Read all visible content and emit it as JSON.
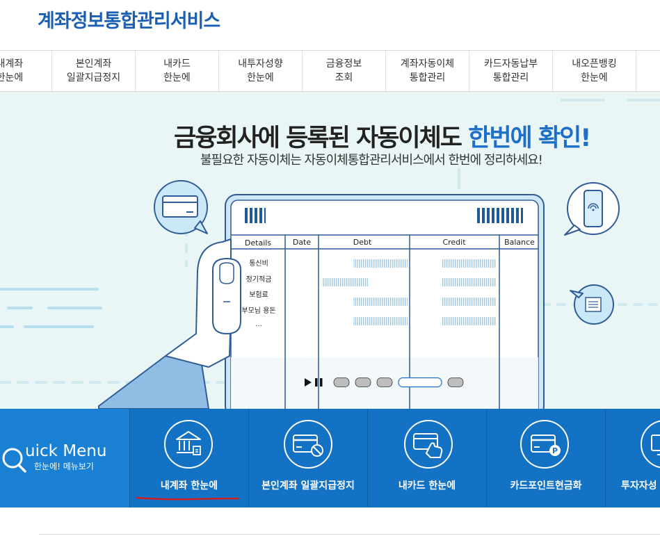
{
  "header": {
    "logo": "계좌정보통합관리서비스"
  },
  "nav": [
    {
      "line1": "내계좌",
      "line2": "한눈에"
    },
    {
      "line1": "본인계좌",
      "line2": "일괄지급정지"
    },
    {
      "line1": "내카드",
      "line2": "한눈에"
    },
    {
      "line1": "내투자성향",
      "line2": "한눈에"
    },
    {
      "line1": "금융정보",
      "line2": "조회"
    },
    {
      "line1": "계좌자동이체",
      "line2": "통합관리"
    },
    {
      "line1": "카드자동납부",
      "line2": "통합관리"
    },
    {
      "line1": "내오픈뱅킹",
      "line2": "한눈에"
    }
  ],
  "banner": {
    "title_main": "금융회사에 등록된 자동이체도 ",
    "title_highlight": "한번에 확인!",
    "subtitle": "불필요한 자동이체는 자동이체통합관리서비스에서 한번에 정리하세요!",
    "table_headers": [
      "Details",
      "Date",
      "Debt",
      "Credit",
      "Balance"
    ],
    "rows": [
      "통신비",
      "정기적금",
      "보험료",
      "부모님 용돈",
      "..."
    ],
    "slide_count": 5,
    "active_slide": 4
  },
  "quick_menu": {
    "title": "uick Menu",
    "subtitle": "한눈에! 메뉴보기",
    "items": [
      {
        "label": "내계좌 한눈에",
        "icon": "bank-icon"
      },
      {
        "label": "본인계좌 일괄지급정지",
        "icon": "card-stop-icon"
      },
      {
        "label": "내카드 한눈에",
        "icon": "card-hand-icon"
      },
      {
        "label": "카드포인트현금화",
        "icon": "card-point-icon"
      },
      {
        "label": "투자자성",
        "icon": "monitor-icon"
      }
    ]
  },
  "colors": {
    "brand": "#1a5fb4",
    "highlight": "#1e6fc8",
    "quick_bg": "#1372c4",
    "annotation": "#cc1f1f"
  }
}
